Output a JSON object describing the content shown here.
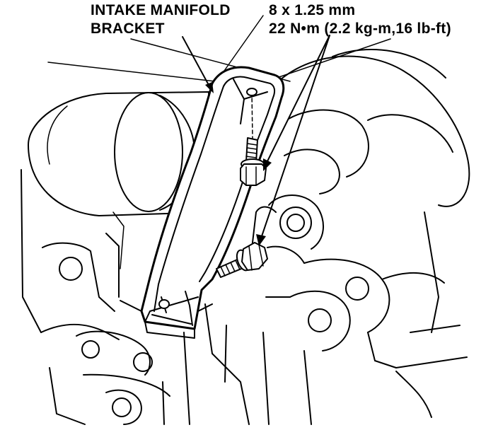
{
  "labels": {
    "part_name_line1": "INTAKE MANIFOLD",
    "part_name_line2": "BRACKET",
    "bolt_size": "8 x 1.25 mm",
    "torque": "22 N•m (2.2 kg-m,16 lb-ft)"
  },
  "colors": {
    "ink": "#000000",
    "paper": "#ffffff"
  }
}
